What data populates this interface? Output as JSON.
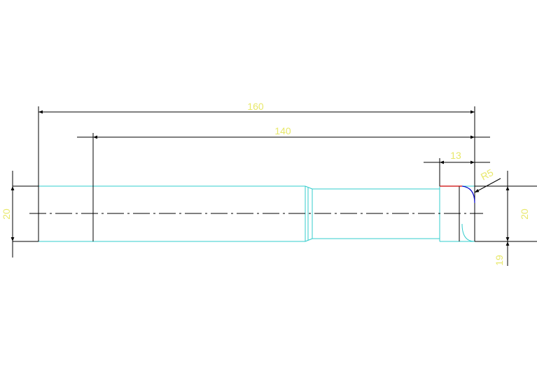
{
  "colors": {
    "background": "#ffffff",
    "outline": "#33cccc",
    "dimension_line": "#000000",
    "dimension_text": "#e8e86a",
    "center_line": "#000000",
    "fillet_red": "#cc0000",
    "fillet_blue": "#0000cc"
  },
  "dimensions": {
    "overall_length": "160",
    "inner_length": "140",
    "end_length": "13",
    "radius": "R5",
    "left_diameter": "20",
    "right_diameter": "20",
    "small_offset": "19"
  }
}
